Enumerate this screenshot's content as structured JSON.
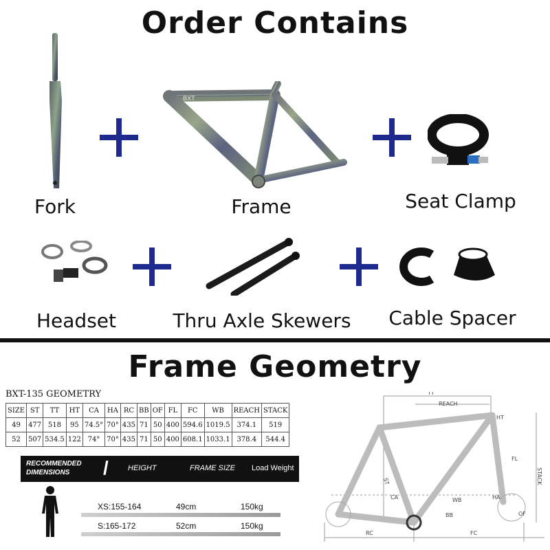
{
  "header": {
    "title": "Order Contains"
  },
  "items": [
    {
      "label": "Fork"
    },
    {
      "label": "Frame"
    },
    {
      "label": "Seat Clamp"
    },
    {
      "label": "Headset"
    },
    {
      "label": "Thru Axle Skewers"
    },
    {
      "label": "Cable Spacer"
    }
  ],
  "frame_brand": "BXT",
  "geometry": {
    "title": "Frame Geometry",
    "table_title": "BXT-135 GEOMETRY",
    "columns": [
      "SIZE",
      "ST",
      "TT",
      "HT",
      "CA",
      "HA",
      "RC",
      "BB",
      "OF",
      "FL",
      "FC",
      "WB",
      "REACH",
      "STACK"
    ],
    "rows": [
      [
        "49",
        "477",
        "518",
        "95",
        "74.5°",
        "70°",
        "435",
        "71",
        "50",
        "400",
        "594.6",
        "1019.5",
        "374.1",
        "519"
      ],
      [
        "52",
        "507",
        "534.5",
        "122",
        "74°",
        "70°",
        "435",
        "71",
        "50",
        "400",
        "608.1",
        "1033.1",
        "378.4",
        "544.4"
      ]
    ]
  },
  "recommended": {
    "title_line1": "RECOMMENDED",
    "title_line2": "DIMENSIONS",
    "col_height": "HEIGHT",
    "col_frame": "FRAME SIZE",
    "col_load": "Load Weight",
    "rows": [
      {
        "height": "XS:155-164",
        "frame": "49cm",
        "load": "150kg"
      },
      {
        "height": "S:165-172",
        "frame": "52cm",
        "load": "150kg"
      }
    ]
  },
  "diagram_labels": {
    "tt": "TT",
    "reach": "REACH",
    "ht": "HT",
    "stack": "STACK",
    "st": "ST",
    "fl": "FL",
    "ca": "CA",
    "wb": "WB",
    "ha": "HA",
    "bb": "BB",
    "of": "OF",
    "rc": "RC",
    "fc": "FC"
  }
}
